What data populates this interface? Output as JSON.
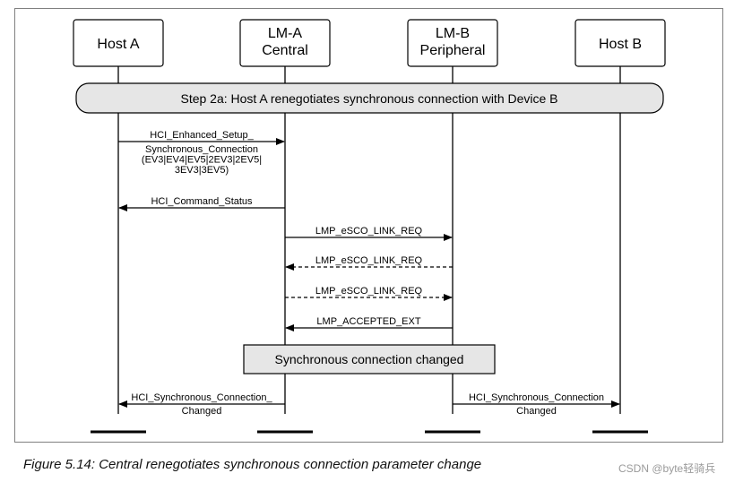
{
  "participants": [
    {
      "lines": [
        "Host A"
      ]
    },
    {
      "lines": [
        "LM-A",
        "Central"
      ]
    },
    {
      "lines": [
        "LM-B",
        "Peripheral"
      ]
    },
    {
      "lines": [
        "Host B"
      ]
    }
  ],
  "step_banner": "Step 2a:  Host A renegotiates synchronous connection with Device B",
  "messages": [
    {
      "from": 0,
      "to": 1,
      "style": "solid",
      "label": [
        "HCI_Enhanced_Setup_",
        "Synchronous_Connection",
        "(EV3|EV4|EV5|2EV3|2EV5|",
        "3EV3|3EV5)"
      ]
    },
    {
      "from": 1,
      "to": 0,
      "style": "solid",
      "label": [
        "HCI_Command_Status"
      ]
    },
    {
      "from": 1,
      "to": 2,
      "style": "solid",
      "label": [
        "LMP_eSCO_LINK_REQ"
      ]
    },
    {
      "from": 2,
      "to": 1,
      "style": "dashed",
      "label": [
        "LMP_eSCO_LINK_REQ"
      ]
    },
    {
      "from": 1,
      "to": 2,
      "style": "dashed",
      "label": [
        "LMP_eSCO_LINK_REQ"
      ]
    },
    {
      "from": 2,
      "to": 1,
      "style": "solid",
      "label": [
        "LMP_ACCEPTED_EXT"
      ]
    }
  ],
  "state_box": "Synchronous connection changed",
  "final_messages": [
    {
      "from": 1,
      "to": 0,
      "style": "solid",
      "label": [
        "HCI_Synchronous_Connection_",
        "Changed"
      ]
    },
    {
      "from": 2,
      "to": 3,
      "style": "solid",
      "label": [
        "HCI_Synchronous_Connection",
        "Changed"
      ]
    }
  ],
  "caption": "Figure 5.14: Central renegotiates synchronous connection parameter change",
  "watermark": "CSDN @byte轻骑兵"
}
